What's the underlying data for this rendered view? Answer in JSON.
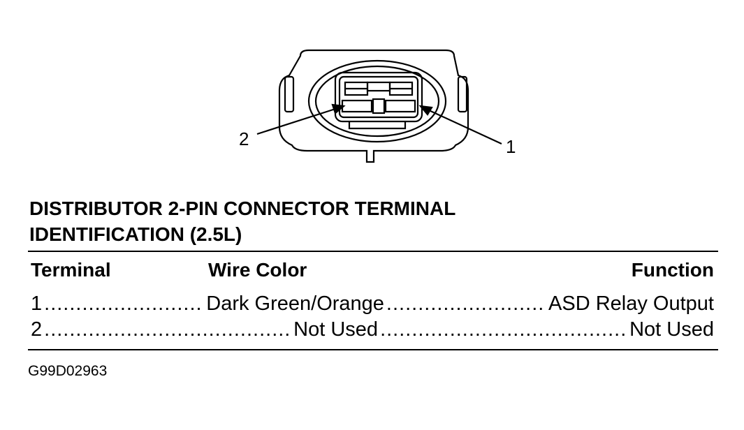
{
  "diagram": {
    "pin_labels": [
      "2",
      "1"
    ]
  },
  "title_lines": [
    "DISTRIBUTOR 2-PIN CONNECTOR TERMINAL",
    "IDENTIFICATION (2.5L)"
  ],
  "table": {
    "headers": {
      "terminal": "Terminal",
      "wire_color": "Wire Color",
      "function": "Function"
    },
    "rows": [
      {
        "terminal": "1",
        "wire_color": "Dark Green/Orange",
        "function": "ASD Relay Output"
      },
      {
        "terminal": "2",
        "wire_color": "Not Used",
        "function": "Not Used"
      }
    ]
  },
  "figure_id": "G99D02963"
}
